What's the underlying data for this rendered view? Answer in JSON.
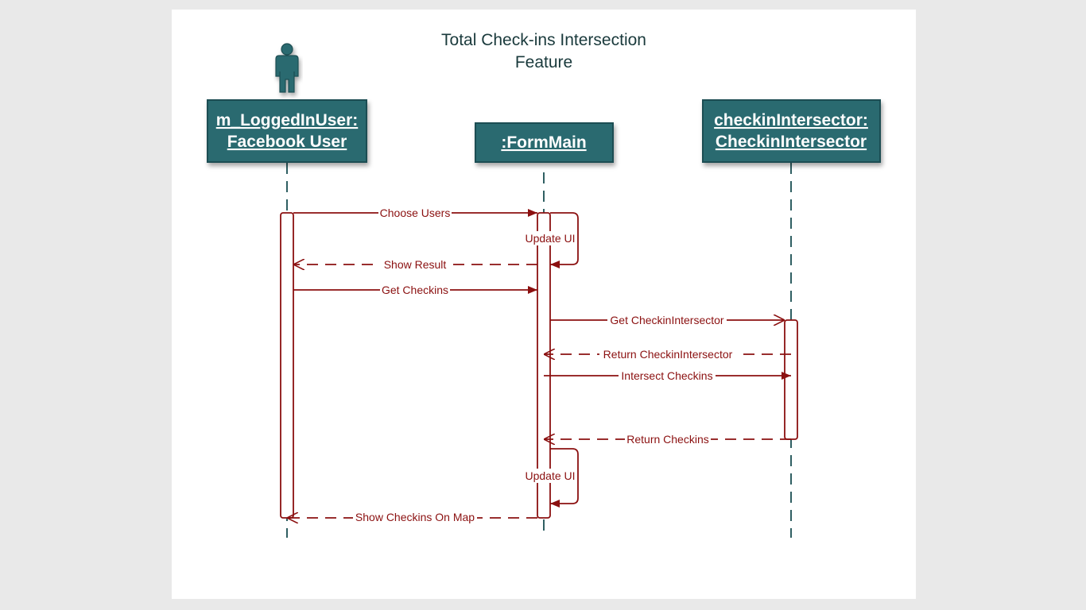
{
  "title": {
    "line1": "Total Check-ins Intersection",
    "line2": "Feature"
  },
  "participants": [
    {
      "id": "user",
      "line1": "m_LoggedInUser:",
      "line2": "Facebook User",
      "has_actor_icon": true
    },
    {
      "id": "form",
      "line1": ":FormMain"
    },
    {
      "id": "intersector",
      "line1": "checkinIntersector:",
      "line2": "CheckinIntersector"
    }
  ],
  "messages": [
    {
      "label": "Choose Users",
      "from": "user",
      "to": "form",
      "kind": "sync"
    },
    {
      "label": "Update UI",
      "from": "form",
      "to": "form",
      "kind": "self"
    },
    {
      "label": "Show Result",
      "from": "form",
      "to": "user",
      "kind": "return"
    },
    {
      "label": "Get Checkins",
      "from": "user",
      "to": "form",
      "kind": "sync"
    },
    {
      "label": "Get CheckinIntersector",
      "from": "form",
      "to": "intersector",
      "kind": "create"
    },
    {
      "label": "Return CheckinIntersector",
      "from": "intersector",
      "to": "form",
      "kind": "return"
    },
    {
      "label": "Intersect Checkins",
      "from": "form",
      "to": "intersector",
      "kind": "sync"
    },
    {
      "label": "Return Checkins",
      "from": "intersector",
      "to": "form",
      "kind": "return"
    },
    {
      "label": "Update UI",
      "from": "form",
      "to": "form",
      "kind": "self"
    },
    {
      "label": "Show Checkins On Map",
      "from": "form",
      "to": "user",
      "kind": "return"
    }
  ],
  "colors": {
    "header_fill": "#2a6b70",
    "header_stroke": "#1e4e52",
    "lifeline": "#2f5f62",
    "message": "#8b1010",
    "title": "#1a3a3c"
  },
  "icons": {
    "actor": "person-icon"
  }
}
